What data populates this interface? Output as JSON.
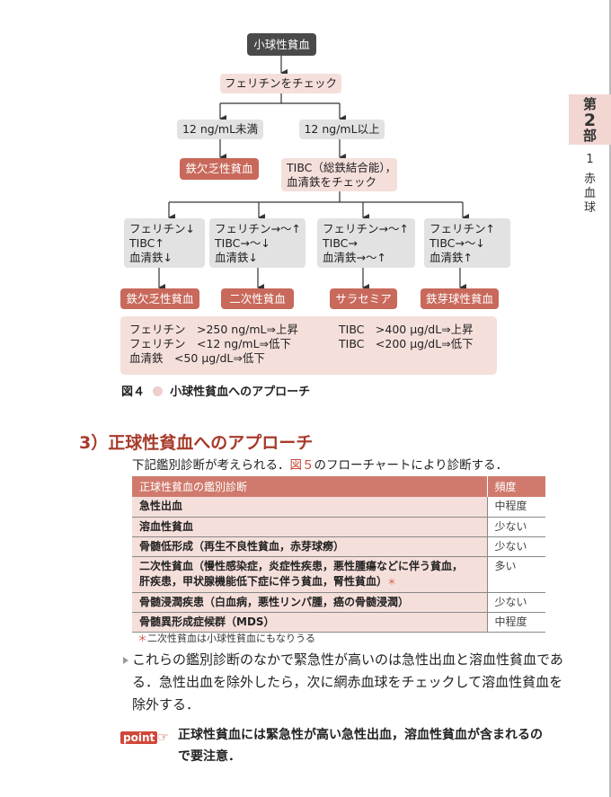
{
  "side_tab": {
    "part_label": [
      "第",
      "2",
      "部"
    ],
    "chapter_num": "1",
    "chapter_title": [
      "赤",
      "血",
      "球"
    ]
  },
  "flowchart": {
    "start": "小球性貧血",
    "check_ferritin": "フェリチンをチェック",
    "low": "12 ng/mL未満",
    "high": "12 ng/mL以上",
    "result_iron_def": "鉄欠乏性貧血",
    "check_tibc": [
      "TIBC（総鉄結合能），",
      "血清鉄をチェック"
    ],
    "patterns": [
      [
        "フェリチン↓",
        "TIBC↑",
        "血清鉄↓"
      ],
      [
        "フェリチン→～↑",
        "TIBC→～↓",
        "血清鉄↓"
      ],
      [
        "フェリチン→～↑",
        "TIBC→",
        "血清鉄→～↑"
      ],
      [
        "フェリチン↑",
        "TIBC→～↓",
        "血清鉄↑"
      ]
    ],
    "results": [
      "鉄欠乏性貧血",
      "二次性貧血",
      "サラセミア",
      "鉄芽球性貧血"
    ],
    "criteria": [
      "フェリチン　>250 ng/mL⇒上昇",
      "フェリチン　<12 ng/mL⇒低下",
      "血清鉄　<50 μg/dL⇒低下",
      "TIBC　>400 μg/dL⇒上昇",
      "TIBC　<200 μg/dL⇒低下"
    ],
    "caption_label": "図４",
    "caption_text": "小球性貧血へのアプローチ"
  },
  "section": {
    "heading": "3）正球性貧血へのアプローチ",
    "intro_pre": "下記鑑別診断が考えられる．",
    "intro_ref": "図５",
    "intro_post": "のフローチャートにより診断する．",
    "table": {
      "headers": [
        "正球性貧血の鑑別診断",
        "頻度"
      ],
      "rows": [
        {
          "dx": "急性出血",
          "freq": "中程度"
        },
        {
          "dx": "溶血性貧血",
          "freq": "少ない"
        },
        {
          "dx": "骨髄低形成（再生不良性貧血，赤芽球癆）",
          "freq": "少ない"
        },
        {
          "dx": "二次性貧血（慢性感染症，炎症性疾患，悪性腫瘍などに伴う貧血，",
          "dx2": "肝疾患，甲状腺機能低下症に伴う貧血，腎性貧血）",
          "mark": "＊",
          "freq": "多い"
        },
        {
          "dx": "骨髄浸潤疾患（白血病，悪性リンパ腫，癌の骨髄浸潤）",
          "freq": "少ない"
        },
        {
          "dx": "骨髄異形成症候群（MDS）",
          "freq": "中程度"
        }
      ],
      "footnote_mark": "＊",
      "footnote": "二次性貧血は小球性貧血にもなりうる"
    },
    "body": [
      "これらの鑑別診断のなかで緊急性が高いのは急性出血と溶血性貧血であ",
      "る．急性出血を除外したら，次に網赤血球をチェックして溶血性貧血を",
      "除外する．"
    ],
    "point_label": "point",
    "point_text": [
      "正球性貧血には緊急性が高い急性出血，溶血性貧血が含まれるの",
      "で要注意．"
    ]
  },
  "colors": {
    "accent": "#c8695b",
    "heading": "#a83a2b",
    "pink": "#f5dfdb"
  }
}
